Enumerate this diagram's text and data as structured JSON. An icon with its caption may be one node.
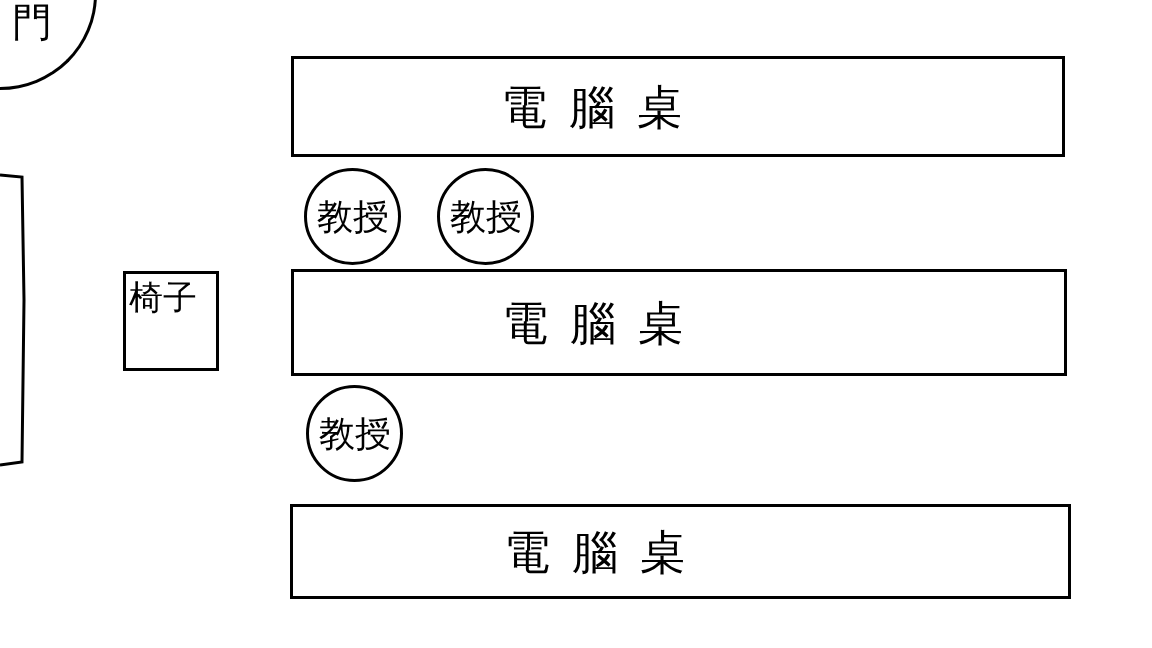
{
  "diagram": {
    "nodes": [
      {
        "text": [
          "門"
        ]
      },
      {
        "text": [
          "電腦桌"
        ]
      },
      {
        "text": [
          "教授"
        ]
      },
      {
        "text": [
          "教授"
        ]
      },
      {
        "text": [
          "椅子"
        ]
      },
      {
        "text": [
          "電腦桌"
        ]
      },
      {
        "text": [
          "教授"
        ]
      },
      {
        "text": [
          "電腦桌"
        ]
      }
    ]
  }
}
